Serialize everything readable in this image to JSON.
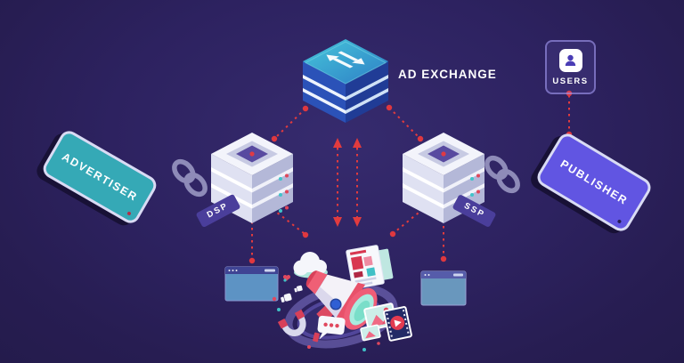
{
  "scene": {
    "title": "Programmatic advertising ecosystem diagram"
  },
  "nodes": {
    "ad_exchange": {
      "label": "AD EXCHANGE",
      "type": "server-stack",
      "color": "#2d5ec8",
      "icon": "exchange-arrows-icon"
    },
    "dsp": {
      "label": "DSP",
      "type": "server-stack",
      "color": "#eef0f8"
    },
    "ssp": {
      "label": "SSP",
      "type": "server-stack",
      "color": "#eef0f8"
    },
    "advertiser": {
      "label": "ADVERTISER",
      "type": "tablet",
      "color": "#35a9b6"
    },
    "publisher": {
      "label": "PUBLISHER",
      "type": "tablet",
      "color": "#6155e2"
    },
    "users": {
      "label": "USERS",
      "icon": "person-icon"
    },
    "webpage_left": {
      "icon": "browser-window-icon"
    },
    "webpage_right": {
      "icon": "browser-window-icon"
    },
    "campaign_hub": {
      "icon": "megaphone-illustration"
    }
  },
  "links": [
    {
      "between": [
        "advertiser",
        "dsp"
      ],
      "icon": "chain-link-icon"
    },
    {
      "between": [
        "ssp",
        "publisher"
      ],
      "icon": "chain-link-icon"
    }
  ],
  "connections": [
    {
      "from": "ad_exchange",
      "to": "dsp",
      "style": "dotted"
    },
    {
      "from": "ad_exchange",
      "to": "ssp",
      "style": "dotted"
    },
    {
      "from": "ad_exchange",
      "to": "campaign_hub",
      "style": "dotted-double-arrow-pair"
    },
    {
      "from": "dsp",
      "to": "webpage_left",
      "style": "dotted"
    },
    {
      "from": "ssp",
      "to": "webpage_right",
      "style": "dotted"
    },
    {
      "from": "dsp",
      "to": "campaign_hub",
      "style": "dotted"
    },
    {
      "from": "ssp",
      "to": "campaign_hub",
      "style": "dotted"
    },
    {
      "from": "users",
      "to": "publisher",
      "style": "dotted"
    }
  ],
  "colors": {
    "background": "#2d2260",
    "connector_red": "#e23b3e",
    "advertiser_teal": "#35a9b6",
    "publisher_violet": "#6155e2",
    "exchange_blue_left": "#2b52b8",
    "exchange_blue_right": "#203c96",
    "exchange_top_teal": "#3ec0d8",
    "server_white": "#eef0f8",
    "tag_purple": "#4a3e9b",
    "chain_gray": "#8e8bb8",
    "led_teal": "#3fc4c9",
    "led_red": "#e0475a"
  }
}
